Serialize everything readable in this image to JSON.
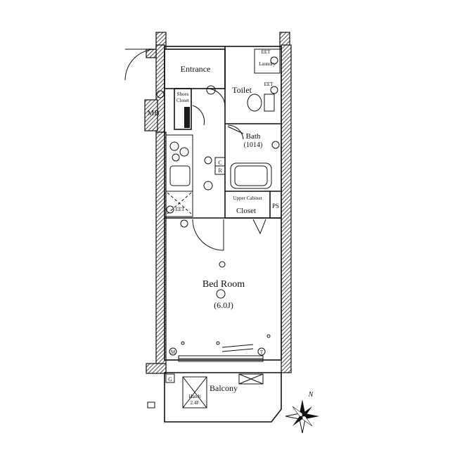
{
  "labels": {
    "entrance": "Entrance",
    "shoes_closet_1": "Shoes",
    "shoes_closet_2": "Closet",
    "mb": "MB",
    "toilet": "Toilet",
    "laundry": "Laundry",
    "bath": "Bath",
    "bath_size": "(1014)",
    "upper_cabinet": "Upper Cabinet",
    "closet": "Closet",
    "ps": "PS",
    "bed_room": "Bed Room",
    "bed_room_size": "(6.0J)",
    "balcony": "Balcony",
    "hatch_1": "Hatch",
    "hatch_2": "2.4F",
    "north": "N",
    "c": "C",
    "r": "R",
    "g": "G",
    "m": "M",
    "t": "T",
    "eet_1": "EET",
    "eet_2": "EET",
    "eet_3": "EET"
  }
}
